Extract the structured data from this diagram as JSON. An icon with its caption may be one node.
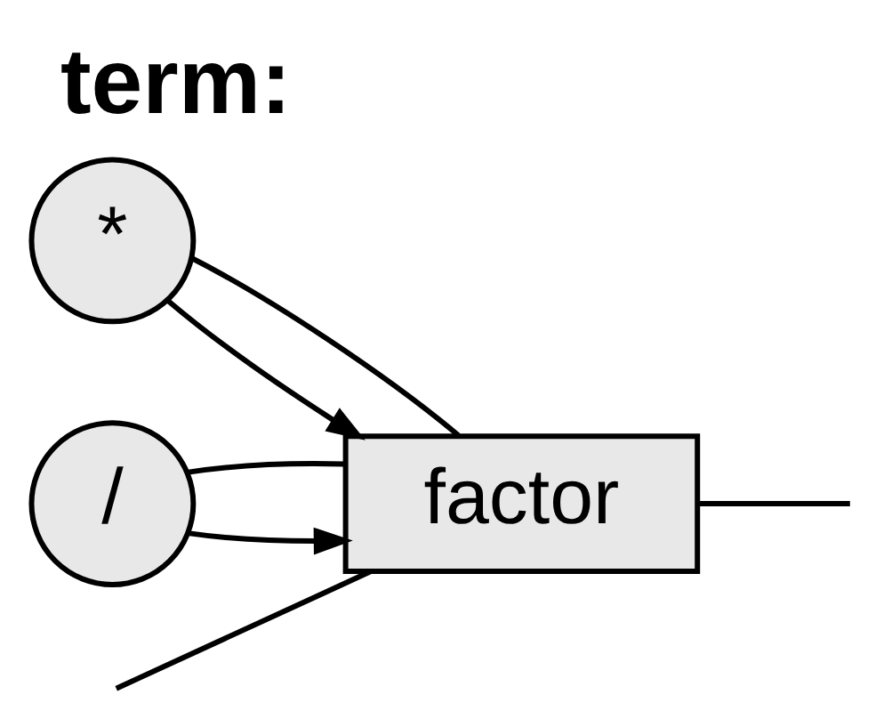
{
  "diagram": {
    "title": "term:",
    "nodes": [
      {
        "text": [
          "*"
        ]
      },
      {
        "text": [
          "/"
        ]
      },
      {
        "text": [
          "factor"
        ]
      }
    ],
    "edges": [
      {
        "from": null,
        "to": 2,
        "arrow": "none"
      },
      {
        "from": 2,
        "to": null,
        "arrow": "none"
      },
      {
        "from": 2,
        "to": 0,
        "arrow": "none"
      },
      {
        "from": 2,
        "to": 1,
        "arrow": "none"
      },
      {
        "from": 0,
        "to": 2,
        "arrow": "to"
      },
      {
        "from": 1,
        "to": 2,
        "arrow": "to"
      }
    ]
  }
}
